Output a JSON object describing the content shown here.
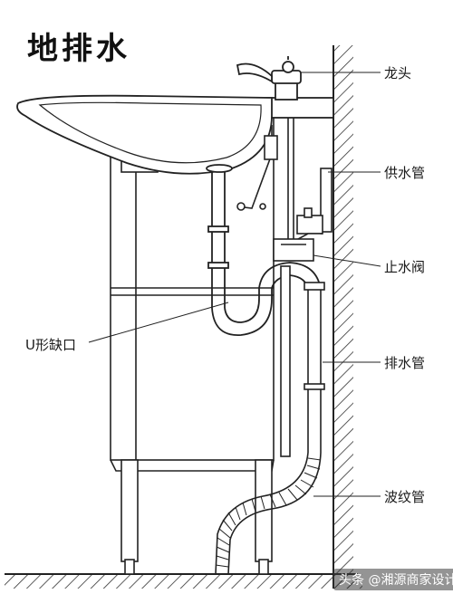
{
  "title": "地排水",
  "labels": {
    "faucet": "龙头",
    "supply_pipe": "供水管",
    "stop_valve": "止水阀",
    "drain_pipe": "排水管",
    "u_gap": "U形缺口",
    "corrugated_pipe": "波纹管"
  },
  "watermark": "头条 @湘源商家设计"
}
